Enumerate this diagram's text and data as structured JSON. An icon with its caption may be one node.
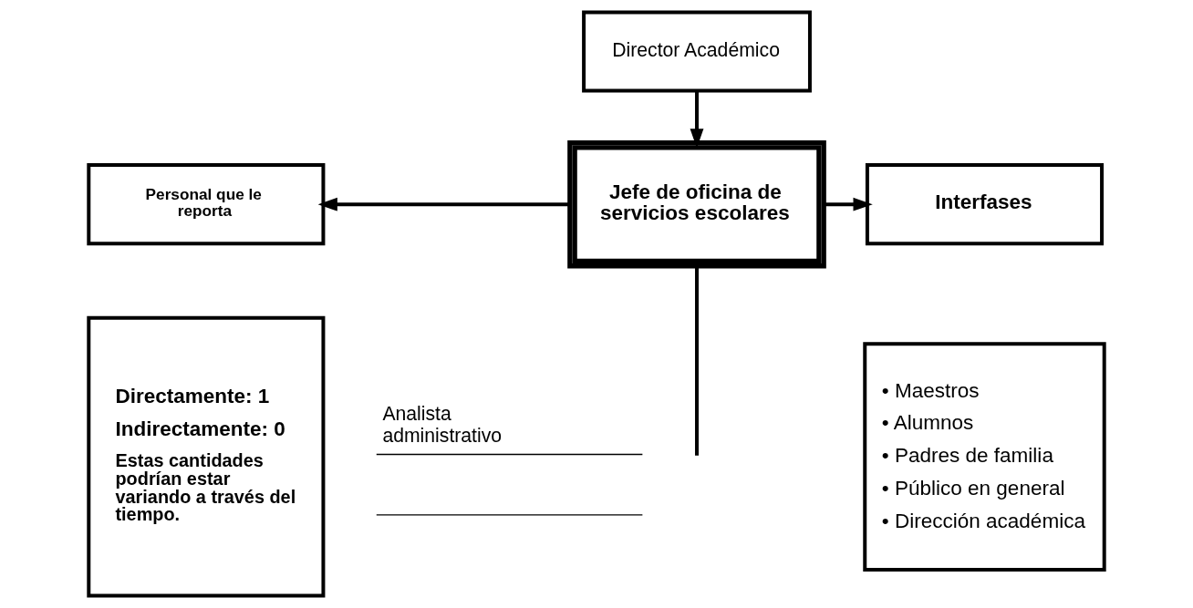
{
  "diagram": {
    "nodes": [
      {
        "text": [
          "Director Académico"
        ]
      },
      {
        "text": [
          "Jefe de oficina de servicios escolares"
        ]
      },
      {
        "text": [
          "Personal que le reporta"
        ]
      },
      {
        "text": [
          "Directamente: 1",
          "Indirectamente: 0",
          "Estas cantidades podrían estar variando a través del tiempo."
        ]
      },
      {
        "text": [
          "Interfases"
        ]
      },
      {
        "text": [
          "• Maestros",
          "• Alumnos",
          "• Padres de familia",
          "• Público en general",
          "• Dirección académica"
        ]
      }
    ],
    "edges": [
      {
        "from": 0,
        "to": 1,
        "arrow": "to"
      },
      {
        "from": 1,
        "to": 2,
        "arrow": "to"
      },
      {
        "from": 1,
        "to": 4,
        "arrow": "to"
      },
      {
        "from": 1,
        "to": null,
        "arrow": "none"
      }
    ],
    "labels": [
      "Analista administrativo"
    ]
  }
}
